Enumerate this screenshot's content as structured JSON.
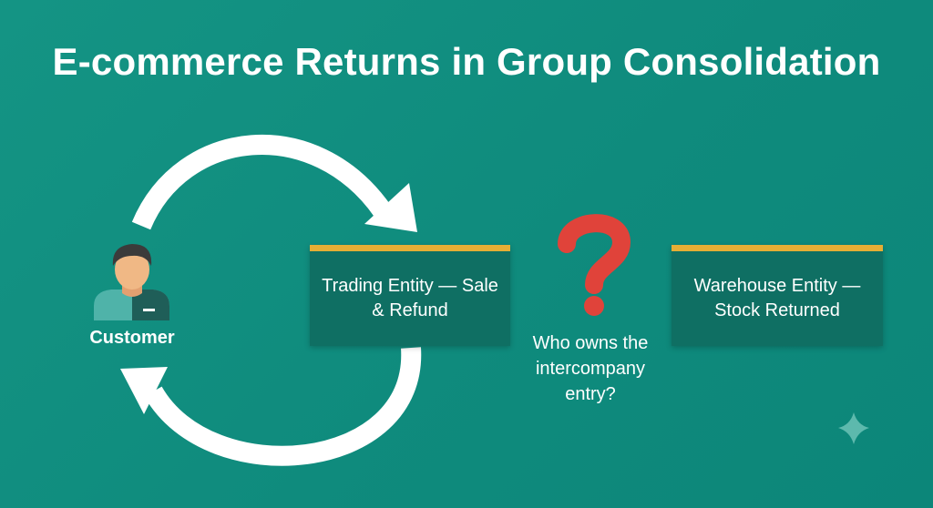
{
  "title": "E-commerce Returns in Group Consolidation",
  "customer": {
    "label": "Customer",
    "icon": "person-icon"
  },
  "nodes": {
    "trading": {
      "label": "Trading Entity — Sale & Refund"
    },
    "warehouse": {
      "label": "Warehouse Entity — Stock Returned"
    }
  },
  "question": {
    "mark": "?",
    "text": "Who owns the intercompany entry?"
  },
  "colors": {
    "background": "#0f8b7d",
    "box": "#0f6f63",
    "accent_bar": "#e6ae35",
    "question_mark": "#e0433a",
    "arrow": "#ffffff"
  }
}
